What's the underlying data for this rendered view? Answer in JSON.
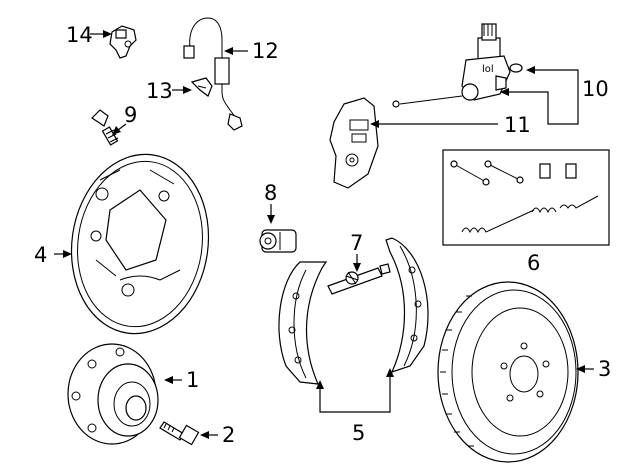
{
  "callouts": [
    {
      "id": "1",
      "text": "1"
    },
    {
      "id": "2",
      "text": "2"
    },
    {
      "id": "3",
      "text": "3"
    },
    {
      "id": "4",
      "text": "4"
    },
    {
      "id": "5",
      "text": "5"
    },
    {
      "id": "6",
      "text": "6"
    },
    {
      "id": "7",
      "text": "7"
    },
    {
      "id": "8",
      "text": "8"
    },
    {
      "id": "9",
      "text": "9"
    },
    {
      "id": "10",
      "text": "10"
    },
    {
      "id": "11",
      "text": "11"
    },
    {
      "id": "12",
      "text": "12"
    },
    {
      "id": "13",
      "text": "13"
    },
    {
      "id": "14",
      "text": "14"
    }
  ],
  "parts": [
    {
      "id": "1",
      "icon": "wheel-hub-bearing-icon"
    },
    {
      "id": "2",
      "icon": "hub-bolt-icon"
    },
    {
      "id": "3",
      "icon": "brake-drum-icon"
    },
    {
      "id": "4",
      "icon": "backing-plate-icon"
    },
    {
      "id": "5",
      "icon": "brake-shoes-icon"
    },
    {
      "id": "6",
      "icon": "hardware-kit-icon"
    },
    {
      "id": "7",
      "icon": "adjuster-icon"
    },
    {
      "id": "8",
      "icon": "wheel-cylinder-icon"
    },
    {
      "id": "9",
      "icon": "bleeder-screw-icon"
    },
    {
      "id": "10",
      "icon": "parking-brake-motor-icon"
    },
    {
      "id": "11",
      "icon": "bracket-icon"
    },
    {
      "id": "12",
      "icon": "abs-sensor-cable-icon"
    },
    {
      "id": "13",
      "icon": "clip-icon"
    },
    {
      "id": "14",
      "icon": "speed-sensor-icon"
    }
  ]
}
